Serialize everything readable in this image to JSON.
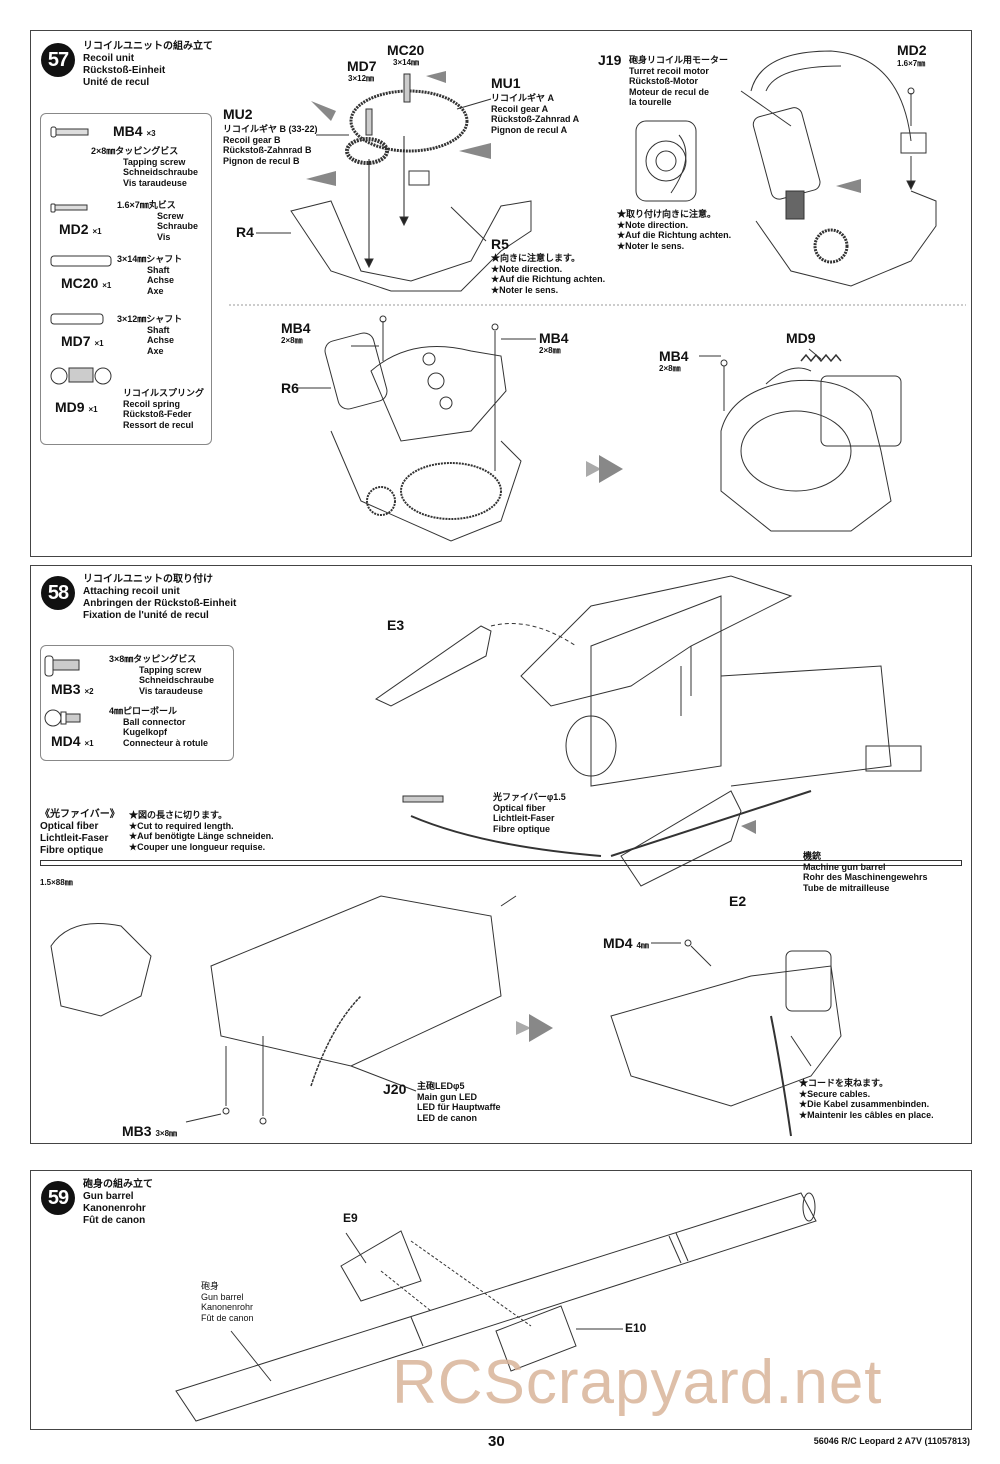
{
  "step57": {
    "number": "57",
    "title": [
      "リコイルユニットの組み立て",
      "Recoil unit",
      "Rückstoß-Einheit",
      "Unité de recul"
    ],
    "parts": [
      {
        "code": "MB4",
        "qty": "×3",
        "desc": [
          "2×8㎜タッピングビス",
          "Tapping screw",
          "Schneidschraube",
          "Vis taraudeuse"
        ]
      },
      {
        "code": "MD2",
        "qty": "×1",
        "desc": [
          "1.6×7㎜丸ビス",
          "Screw",
          "Schraube",
          "Vis"
        ]
      },
      {
        "code": "MC20",
        "qty": "×1",
        "desc": [
          "3×14㎜シャフト",
          "Shaft",
          "Achse",
          "Axe"
        ]
      },
      {
        "code": "MD7",
        "qty": "×1",
        "desc": [
          "3×12㎜シャフト",
          "Shaft",
          "Achse",
          "Axe"
        ]
      },
      {
        "code": "MD9",
        "qty": "×1",
        "desc": [
          "リコイルスプリング",
          "Recoil spring",
          "Rückstoß-Feder",
          "Ressort de recul"
        ]
      }
    ],
    "labels": {
      "md7": "MD7",
      "md7_size": "3×12㎜",
      "mc20": "MC20",
      "mc20_size": "3×14㎜",
      "mu1": "MU1",
      "mu1_desc": [
        "リコイルギヤ A",
        "Recoil gear A",
        "Rückstoß-Zahnrad A",
        "Pignon de recul A"
      ],
      "mu2": "MU2",
      "mu2_desc": [
        "リコイルギヤ B (33-22)",
        "Recoil gear B",
        "Rückstoß-Zahnrad B",
        "Pignon de recul B"
      ],
      "r4": "R4",
      "r5": "R5",
      "r5_note": [
        "★向きに注意します。",
        "★Note direction.",
        "★Auf die Richtung achten.",
        "★Noter le sens."
      ],
      "j19": "J19",
      "j19_desc": [
        "砲身リコイル用モーター",
        "Turret recoil motor",
        "Rückstoß-Motor",
        "Moteur de recul de",
        "la tourelle"
      ],
      "j19_note": [
        "★取り付け向きに注意。",
        "★Note direction.",
        "★Auf die Richtung achten.",
        "★Noter le sens."
      ],
      "md2": "MD2",
      "md2_size": "1.6×7㎜",
      "mb4_a": "MB4",
      "mb4_a_size": "2×8㎜",
      "mb4_b": "MB4",
      "mb4_b_size": "2×8㎜",
      "mb4_c": "MB4",
      "mb4_c_size": "2×8㎜",
      "r6": "R6",
      "md9": "MD9"
    }
  },
  "step58": {
    "number": "58",
    "title": [
      "リコイルユニットの取り付け",
      "Attaching recoil unit",
      "Anbringen der Rückstoß-Einheit",
      "Fixation de l'unité de recul"
    ],
    "parts": [
      {
        "code": "MB3",
        "qty": "×2",
        "desc": [
          "3×8㎜タッピングビス",
          "Tapping screw",
          "Schneidschraube",
          "Vis taraudeuse"
        ]
      },
      {
        "code": "MD4",
        "qty": "×1",
        "desc": [
          "4㎜ピローボール",
          "Ball connector",
          "Kugelkopf",
          "Connecteur à rotule"
        ]
      }
    ],
    "fiber": {
      "name": [
        "《光ファイバー》",
        "Optical fiber",
        "Lichtleit-Faser",
        "Fibre optique"
      ],
      "note": [
        "★図の長さに切ります。",
        "★Cut to required length.",
        "★Auf benötigte Länge schneiden.",
        "★Couper une longueur requise."
      ],
      "size": "1.5×88㎜"
    },
    "labels": {
      "e3": "E3",
      "e2": "E2",
      "fiber_desc": [
        "光ファイバーφ1.5",
        "Optical fiber",
        "Lichtleit-Faser",
        "Fibre optique"
      ],
      "mg_desc": [
        "機銃",
        "Machine gun barrel",
        "Rohr des Maschinengewehrs",
        "Tube de mitrailleuse"
      ],
      "md4": "MD4",
      "md4_size": "4㎜",
      "j20": "J20",
      "j20_desc": [
        "主砲LEDφ5",
        "Main gun LED",
        "LED für Hauptwaffe",
        "LED de canon"
      ],
      "mb3": "MB3",
      "mb3_size": "3×8㎜",
      "cable_note": [
        "★コードを束ねます。",
        "★Secure cables.",
        "★Die Kabel zusammenbinden.",
        "★Maintenir les câbles en place."
      ]
    }
  },
  "step59": {
    "number": "59",
    "title": [
      "砲身の組み立て",
      "Gun barrel",
      "Kanonenrohr",
      "Fût de canon"
    ],
    "labels": {
      "e9": "E9",
      "e10": "E10",
      "barrel_desc": [
        "砲身",
        "Gun barrel",
        "Kanonenrohr",
        "Fût de canon"
      ]
    }
  },
  "footer": {
    "page_number": "30",
    "product": "56046 R/C Leopard 2 A7V (11057813)"
  },
  "watermark": "RCScrapyard.net",
  "colors": {
    "arrow_gray": "#8a8a8a",
    "watermark": "#d9b49a"
  }
}
